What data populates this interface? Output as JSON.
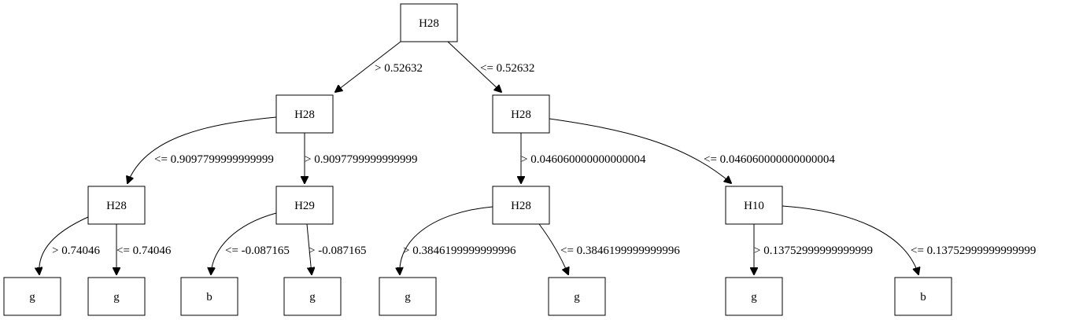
{
  "nodes": {
    "root": "H28",
    "l1_left": "H28",
    "l1_right": "H28",
    "l2_a": "H28",
    "l2_b": "H29",
    "l2_c": "H28",
    "l2_d": "H10",
    "leaf_1": "g",
    "leaf_2": "g",
    "leaf_3": "b",
    "leaf_4": "g",
    "leaf_5": "g",
    "leaf_6": "g",
    "leaf_7": "g",
    "leaf_8": "b"
  },
  "edges": {
    "root_to_l1_left": "> 0.52632",
    "root_to_l1_right": "<= 0.52632",
    "l1_left_to_l2_a": "<= 0.9097799999999999",
    "l1_left_to_l2_b": "> 0.9097799999999999",
    "l1_right_to_l2_c": "> 0.046060000000000004",
    "l1_right_to_l2_d": "<= 0.046060000000000004",
    "l2_a_to_leaf_1": "> 0.74046",
    "l2_a_to_leaf_2": "<= 0.74046",
    "l2_b_to_leaf_3": "<= -0.087165",
    "l2_b_to_leaf_4": "> -0.087165",
    "l2_c_to_leaf_5": "> 0.3846199999999996",
    "l2_c_to_leaf_6": "<= 0.3846199999999996",
    "l2_d_to_leaf_7": "> 0.13752999999999999",
    "l2_d_to_leaf_8": "<= 0.13752999999999999"
  }
}
